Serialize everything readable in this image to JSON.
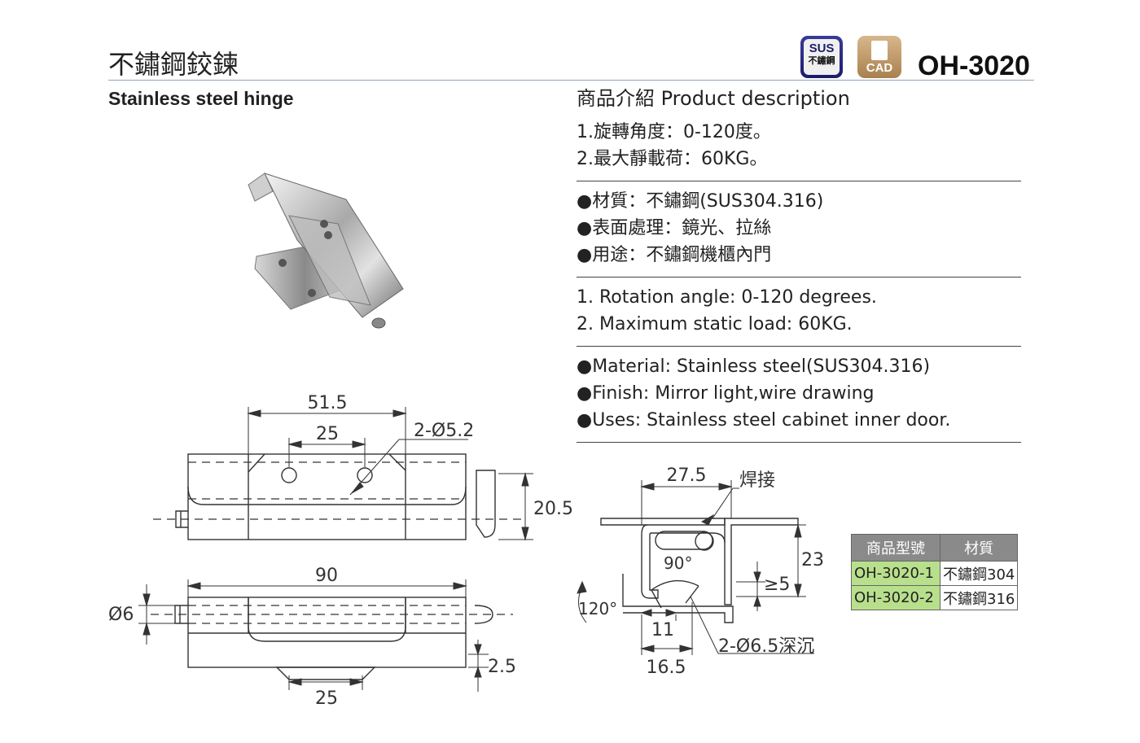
{
  "header": {
    "title_zh": "不鏽鋼鉸鍊",
    "title_en": "Stainless steel hinge",
    "model": "OH-3020",
    "sus_badge": {
      "top": "SUS",
      "bottom": "不鏽鋼"
    },
    "cad_badge": "CAD"
  },
  "description": {
    "heading": "商品介紹 Product description",
    "zh_specs": [
      "1.旋轉角度：0-120度。",
      "2.最大靜載荷：60KG。"
    ],
    "zh_details": [
      "●材質：不鏽鋼(SUS304.316)",
      "●表面處理：鏡光、拉絲",
      "●用途：不鏽鋼機櫃內門"
    ],
    "en_specs": [
      "1. Rotation angle: 0-120 degrees.",
      "2. Maximum static load: 60KG."
    ],
    "en_details": [
      "●Material: Stainless steel(SUS304.316)",
      "●Finish: Mirror light,wire drawing",
      "●Uses: Stainless steel cabinet inner door."
    ]
  },
  "drawing_top": {
    "dim_total": "51.5",
    "dim_holes": "25",
    "dim_hole_dia": "2-Ø5.2",
    "dim_height": "20.5"
  },
  "drawing_bottom": {
    "dim_length": "90",
    "dim_pin": "Ø6",
    "dim_thick": "2.5",
    "dim_tab": "25"
  },
  "drawing_side": {
    "dim_width": "27.5",
    "weld": "焊接",
    "angle_90": "90°",
    "angle_120": "120°",
    "dim_23": "23",
    "dim_min5": "≥5",
    "dim_11": "11",
    "dim_16": "16.5",
    "holes": "2-Ø6.5深沉"
  },
  "table": {
    "headers": [
      "商品型號",
      "材質"
    ],
    "rows": [
      [
        "OH-3020-1",
        "不鏽鋼304"
      ],
      [
        "OH-3020-2",
        "不鏽鋼316"
      ]
    ]
  },
  "colors": {
    "rule": "#8fa4b8",
    "table_header": "#8a8a8a",
    "table_model": "#b8e08c",
    "sus_badge": "#1c1c6a",
    "cad_badge": "#c4a070"
  }
}
